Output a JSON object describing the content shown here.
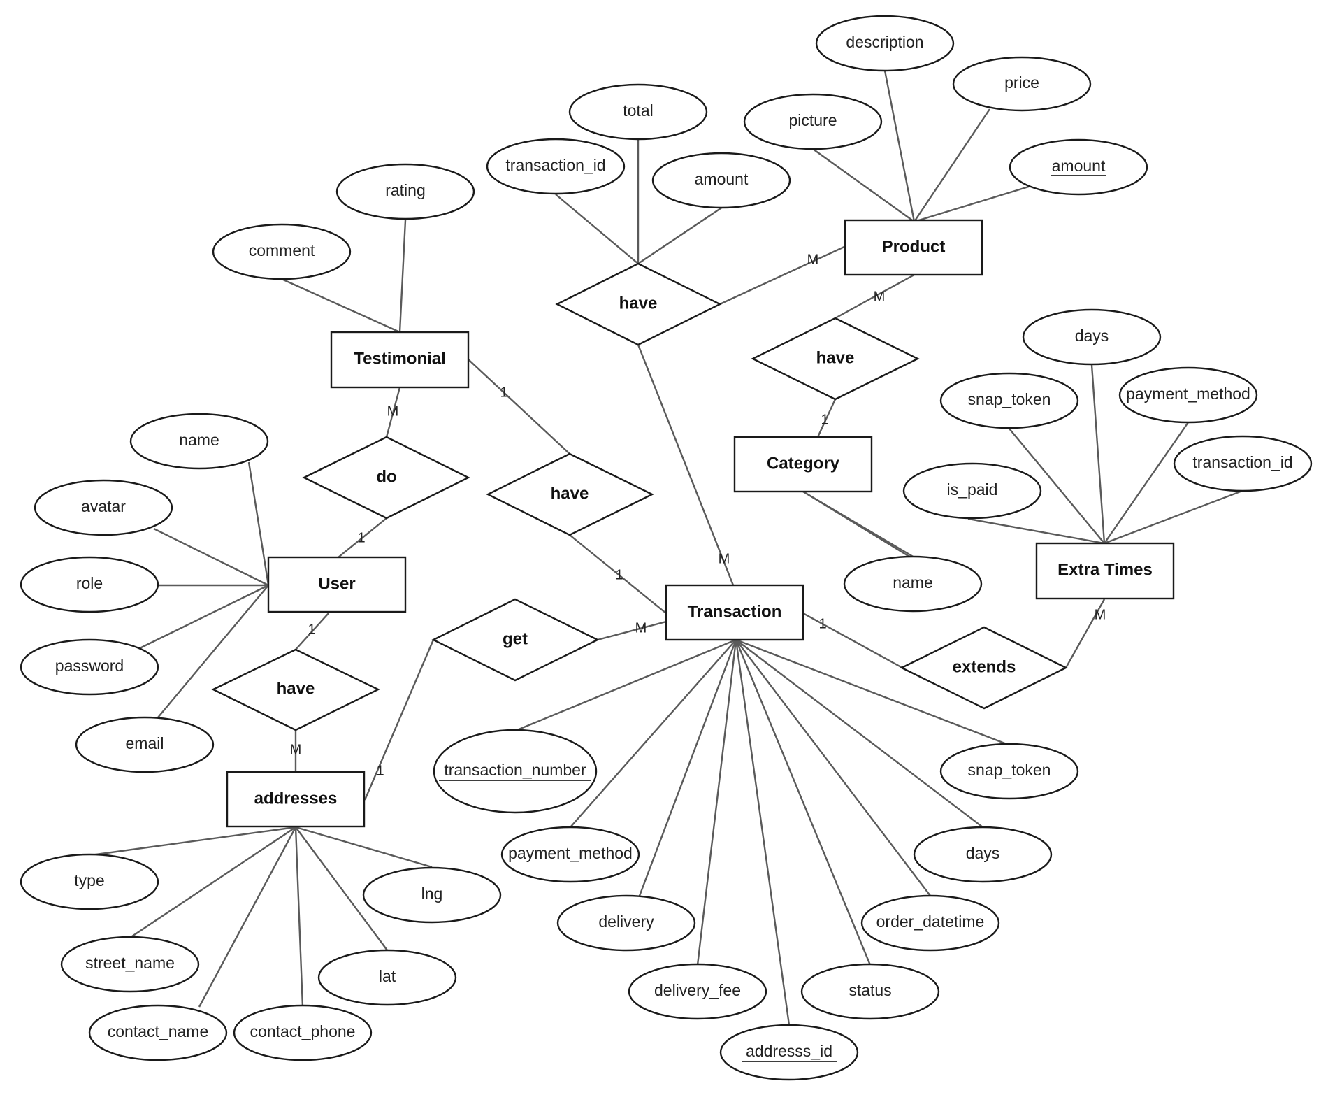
{
  "entities": {
    "product": "Product",
    "testimonial": "Testimonial",
    "category": "Category",
    "user": "User",
    "transaction": "Transaction",
    "extra_times": "Extra Times",
    "addresses": "addresses"
  },
  "relationships": {
    "have_transaction_product": "have",
    "have_product_category": "have",
    "do": "do",
    "have_testimonial_transaction": "have",
    "get": "get",
    "have_user_addresses": "have",
    "extends": "extends"
  },
  "attributes": {
    "product": [
      {
        "label": "description",
        "key": false
      },
      {
        "label": "price",
        "key": false
      },
      {
        "label": "picture",
        "key": false
      },
      {
        "label": "amount",
        "key": true
      }
    ],
    "have_transaction_product": [
      {
        "label": "total",
        "key": false
      },
      {
        "label": "transaction_id",
        "key": false
      },
      {
        "label": "amount",
        "key": false
      }
    ],
    "testimonial": [
      {
        "label": "rating",
        "key": false
      },
      {
        "label": "comment",
        "key": false
      }
    ],
    "category": [
      {
        "label": "name",
        "key": false
      }
    ],
    "extra_times": [
      {
        "label": "days",
        "key": false
      },
      {
        "label": "snap_token",
        "key": false
      },
      {
        "label": "payment_method",
        "key": false
      },
      {
        "label": "transaction_id",
        "key": false
      },
      {
        "label": "is_paid",
        "key": false
      }
    ],
    "user": [
      {
        "label": "name",
        "key": false
      },
      {
        "label": "avatar",
        "key": false
      },
      {
        "label": "role",
        "key": false
      },
      {
        "label": "password",
        "key": false
      },
      {
        "label": "email",
        "key": false
      }
    ],
    "transaction": [
      {
        "label": "transaction_number",
        "key": true
      },
      {
        "label": "payment_method",
        "key": false
      },
      {
        "label": "delivery",
        "key": false
      },
      {
        "label": "delivery_fee",
        "key": false
      },
      {
        "label": "addresss_id",
        "key": true
      },
      {
        "label": "status",
        "key": false
      },
      {
        "label": "order_datetime",
        "key": false
      },
      {
        "label": "days",
        "key": false
      },
      {
        "label": "snap_token",
        "key": false
      }
    ],
    "addresses": [
      {
        "label": "type",
        "key": false
      },
      {
        "label": "street_name",
        "key": false
      },
      {
        "label": "contact_name",
        "key": false
      },
      {
        "label": "contact_phone",
        "key": false
      },
      {
        "label": "lat",
        "key": false
      },
      {
        "label": "lng",
        "key": false
      }
    ]
  },
  "cardinalities": {
    "product_to_have": "M",
    "transaction_to_have": "M",
    "product_to_have_cat": "M",
    "category_to_have": "1",
    "testimonial_to_do": "M",
    "user_to_do": "1",
    "testimonial_to_have": "1",
    "transaction_to_have_testimonial": "1",
    "transaction_to_get": "M",
    "addresses_to_get": "1",
    "user_to_have": "1",
    "addresses_to_have": "M",
    "transaction_to_extends": "1",
    "extra_times_to_extends": "M"
  }
}
